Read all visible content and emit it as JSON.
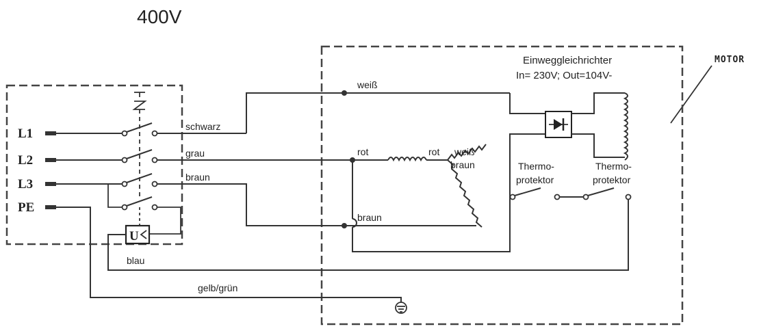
{
  "voltage": "400V",
  "motor_label": "MOTOR",
  "rectifier": {
    "title": "Einweggleichrichter",
    "spec": "In= 230V; Out=104V-"
  },
  "terminals": [
    "L1",
    "L2",
    "L3",
    "PE"
  ],
  "switch_symbol": "U",
  "wires": {
    "schwarz": "schwarz",
    "grau": "grau",
    "braun": "braun",
    "blau": "blau",
    "gelb_gruen": "gelb/grün",
    "weiss": "weiß",
    "rot": "rot",
    "rot2": "rot",
    "weiss2": "weiß",
    "braun_winding": "braun",
    "braun_lower": "braun"
  },
  "thermoprotektor": [
    {
      "line1": "Thermo-",
      "line2": "protektor"
    },
    {
      "line1": "Thermo-",
      "line2": "protektor"
    }
  ]
}
